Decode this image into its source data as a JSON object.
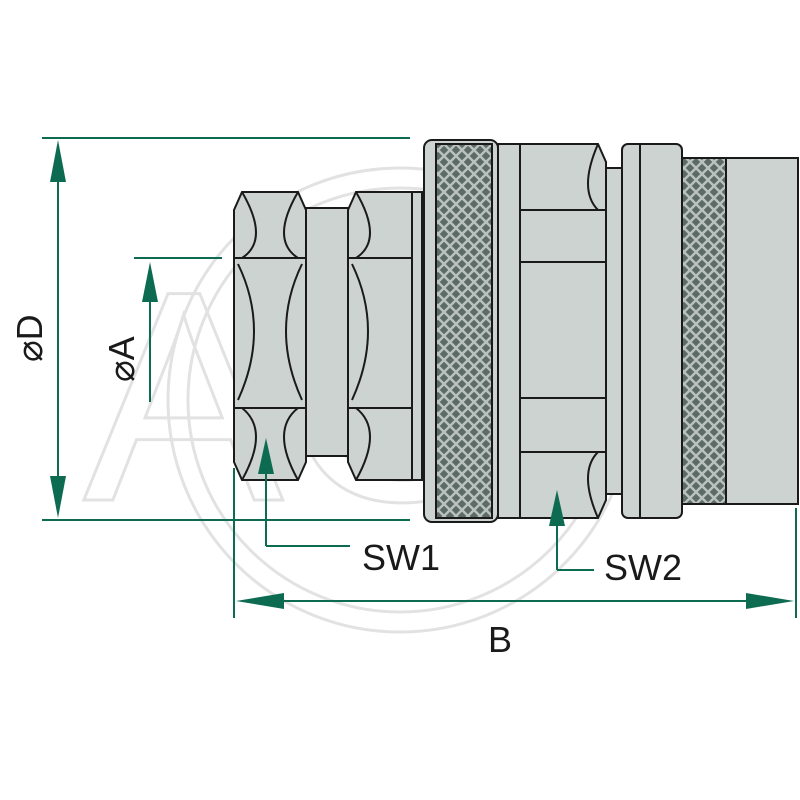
{
  "labels": {
    "dia_d": "⌀D",
    "dia_a": "⌀A",
    "sw1": "SW1",
    "sw2": "SW2",
    "length_b": "B"
  },
  "watermark": "AGP",
  "colors": {
    "body": "#ccd3d0",
    "outline": "#1a1a1a",
    "dimension": "#0d6b52",
    "watermark": "#e2e2e2"
  }
}
